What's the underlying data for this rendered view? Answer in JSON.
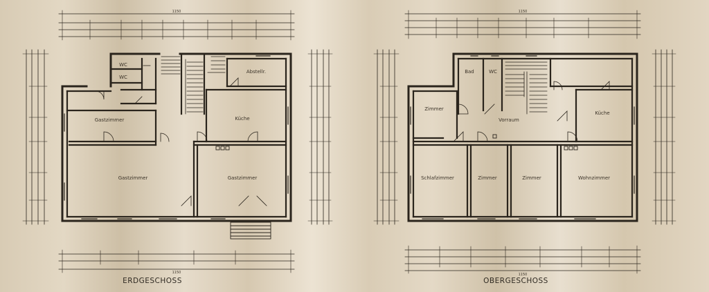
{
  "floors": {
    "ground": {
      "title": "ERDGESCHOSS",
      "rooms": {
        "wc_upper": "WC",
        "wc_lower": "WC",
        "abstellr": "Abstellr.",
        "gastzimmer_small": "Gastzimmer",
        "kuche": "Küche",
        "gastzimmer_large": "Gastzimmer",
        "gastzimmer_right": "Gastzimmer"
      }
    },
    "upper": {
      "title": "OBERGESCHOSS",
      "rooms": {
        "bad": "Bad",
        "wc": "WC",
        "zimmer_left": "Zimmer",
        "vorraum": "Vorraum",
        "kuche": "Küche",
        "schlafzimmer": "Schlafzimmer",
        "zimmer_mid1": "Zimmer",
        "zimmer_mid2": "Zimmer",
        "wohnzimmer": "Wohnzimmer"
      }
    }
  },
  "dimensions": {
    "ground_top_total": "1150",
    "upper_top_total": "1150",
    "ground_bottom_total": "1150",
    "upper_bottom_total": "1150"
  }
}
